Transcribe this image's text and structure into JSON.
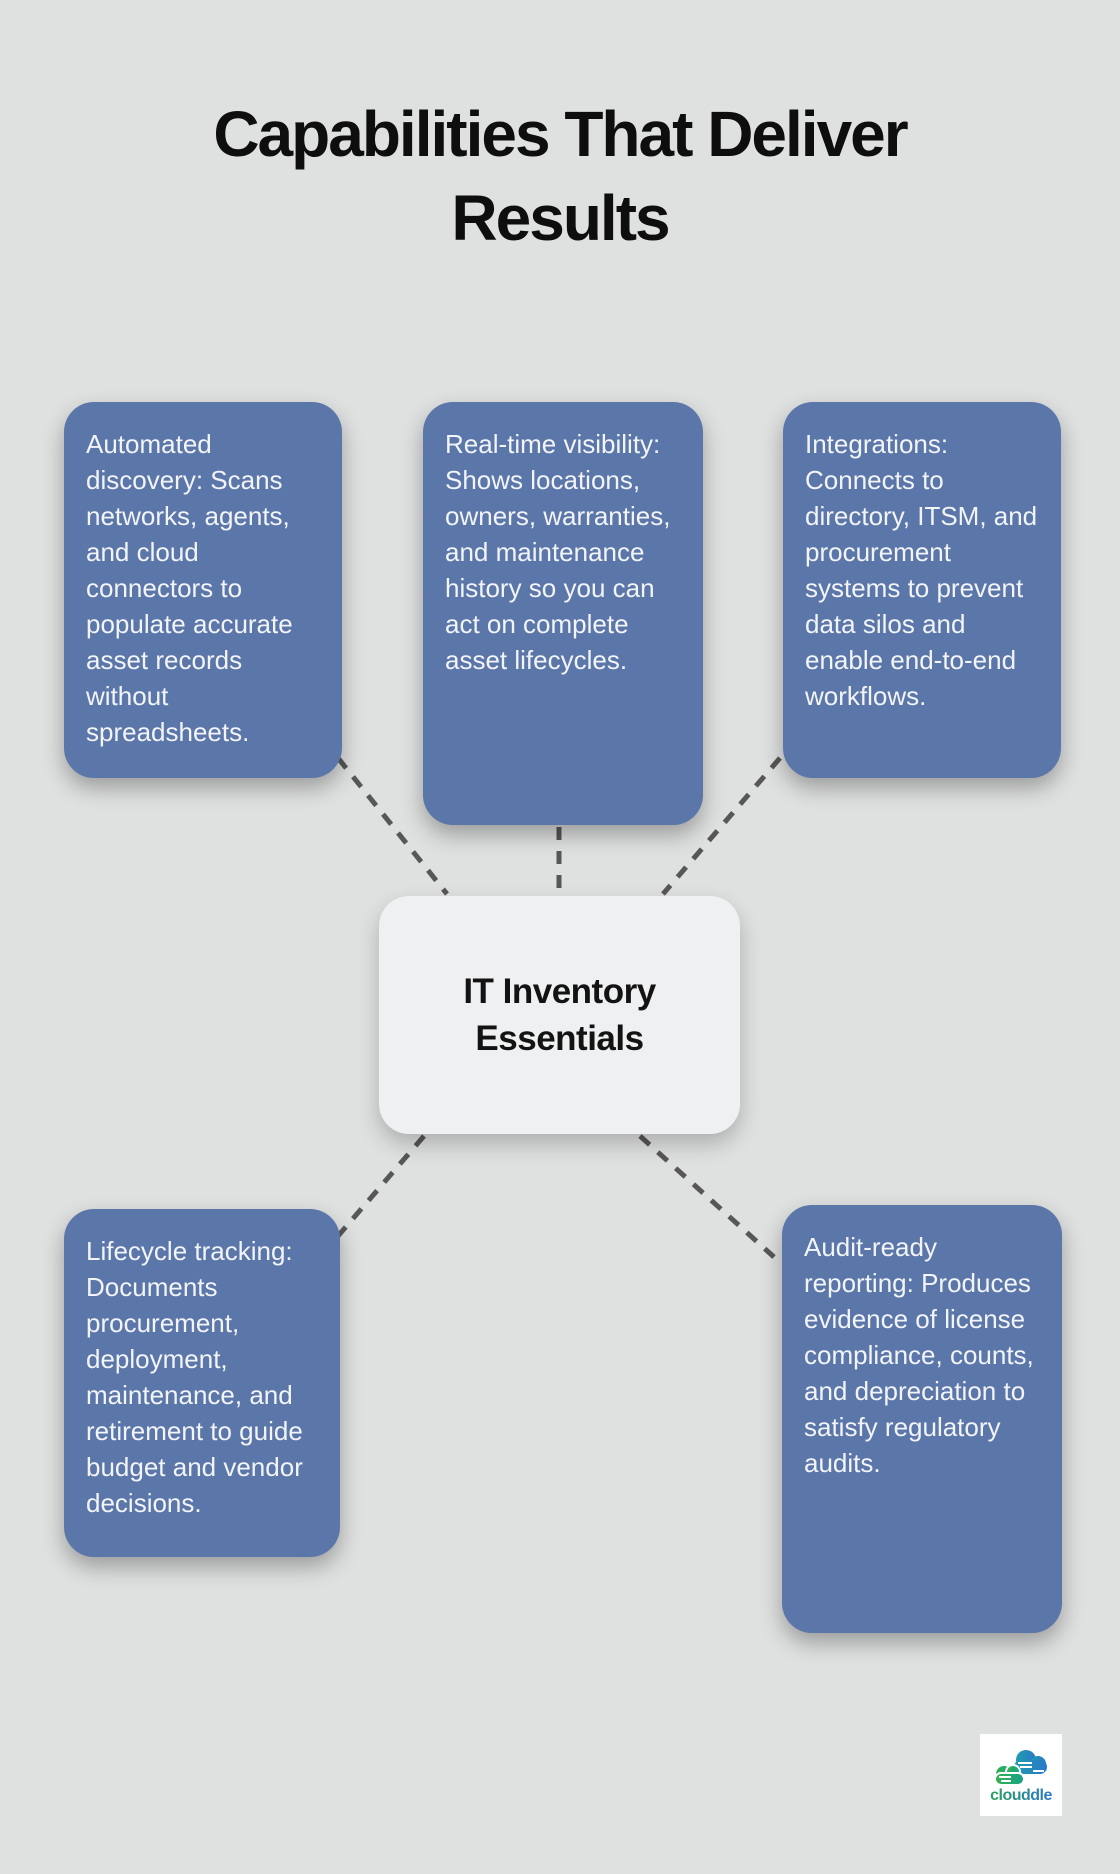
{
  "title": {
    "line1": "Capabilities That Deliver",
    "line2": "Results"
  },
  "center": {
    "label": "IT Inventory Essentials"
  },
  "nodes": [
    {
      "id": "automated-discovery",
      "text": "Automated discovery: Scans networks, agents, and cloud connectors to populate accurate asset records without spreadsheets."
    },
    {
      "id": "real-time-visibility",
      "text": "Real-time visibility: Shows locations, owners, warranties, and maintenance history so you can act on complete asset lifecycles."
    },
    {
      "id": "integrations",
      "text": "Integrations: Connects to directory, ITSM, and procurement systems to prevent data silos and enable end-to-end workflows."
    },
    {
      "id": "lifecycle-tracking",
      "text": "Lifecycle tracking: Documents procurement, deployment, maintenance, and retirement to guide budget and vendor decisions."
    },
    {
      "id": "audit-ready-reporting",
      "text": "Audit-ready reporting: Produces evidence of license compliance, counts, and depreciation to satisfy regulatory audits."
    }
  ],
  "logo": {
    "text": "clouddle"
  },
  "colors": {
    "page_bg": "#dfe0e0",
    "node_blue": "#5b76a9",
    "node_text": "#f2f4f7",
    "center_bg": "#eef0f1",
    "center_text": "#131313",
    "title_color": "#0e0e0e",
    "connector": "#575757",
    "logo_green": "#2aa35a",
    "logo_blue": "#2a77c9",
    "logo_bg": "#ffffff"
  }
}
